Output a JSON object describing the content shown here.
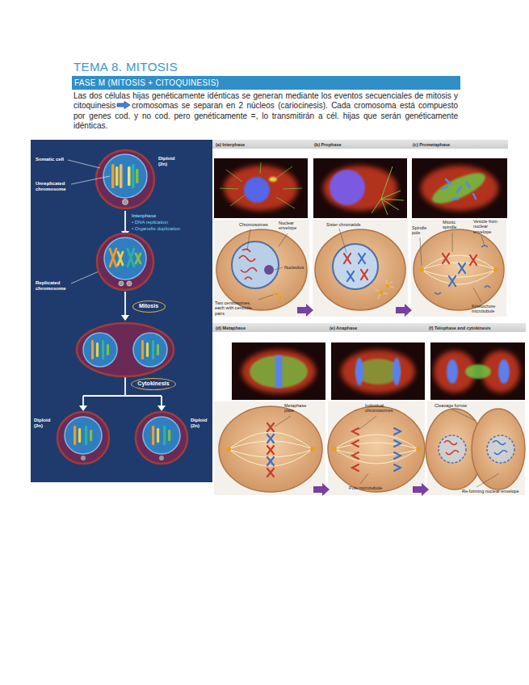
{
  "diagram": {
    "title": "TEMA 8. MITOSIS",
    "nodes": [
      {
        "text": [
          "FASE M (MITOSIS + CITOQUINESIS)"
        ]
      },
      {
        "text": [
          "(a) Interphase"
        ]
      },
      {
        "text": [
          "(b) Prophase"
        ]
      },
      {
        "text": [
          "(c) Prometaphase"
        ]
      },
      {
        "text": [
          "(d) Metaphase"
        ]
      },
      {
        "text": [
          "(e) Anaphase"
        ]
      },
      {
        "text": [
          "(f) Telophase and cytokinesis"
        ]
      },
      {
        "text": [
          "Mitosis"
        ]
      },
      {
        "text": [
          "Cytokinesis"
        ]
      }
    ],
    "labels": [
      "Las dos células hijas genéticamente idénticas se generan mediante los eventos secuenciales de mitosis y citoquinesis",
      "cromosomas se separan en 2 núcleos (cariocinesis). Cada cromosoma está compuesto por genes cod. y no cod. pero genéticamente =, lo transmitirán a cél. hijas que serán genéticamente idénticas.",
      "Somatic cell",
      "Diploid (2n)",
      "Unreplicated chromosome",
      "Interphase",
      "• DNA replication",
      "• Organelle duplication",
      "Replicated chromosome",
      "Diploid (2n)",
      "Diploid (2n)",
      "Chromosomes",
      "Nuclear envelope",
      "Nucleolus",
      "Two centrosomes, each with centriole pairs",
      "Sister chromatids",
      "Mitotic spindle",
      "Spindle pole",
      "Vesicle from nuclear envelope",
      "Kinetochore microtubule",
      "Metaphase plate",
      "Individual chromosomes",
      "Pole microtubule",
      "Cleavage furrow",
      "Re-forming nuclear envelope"
    ]
  }
}
